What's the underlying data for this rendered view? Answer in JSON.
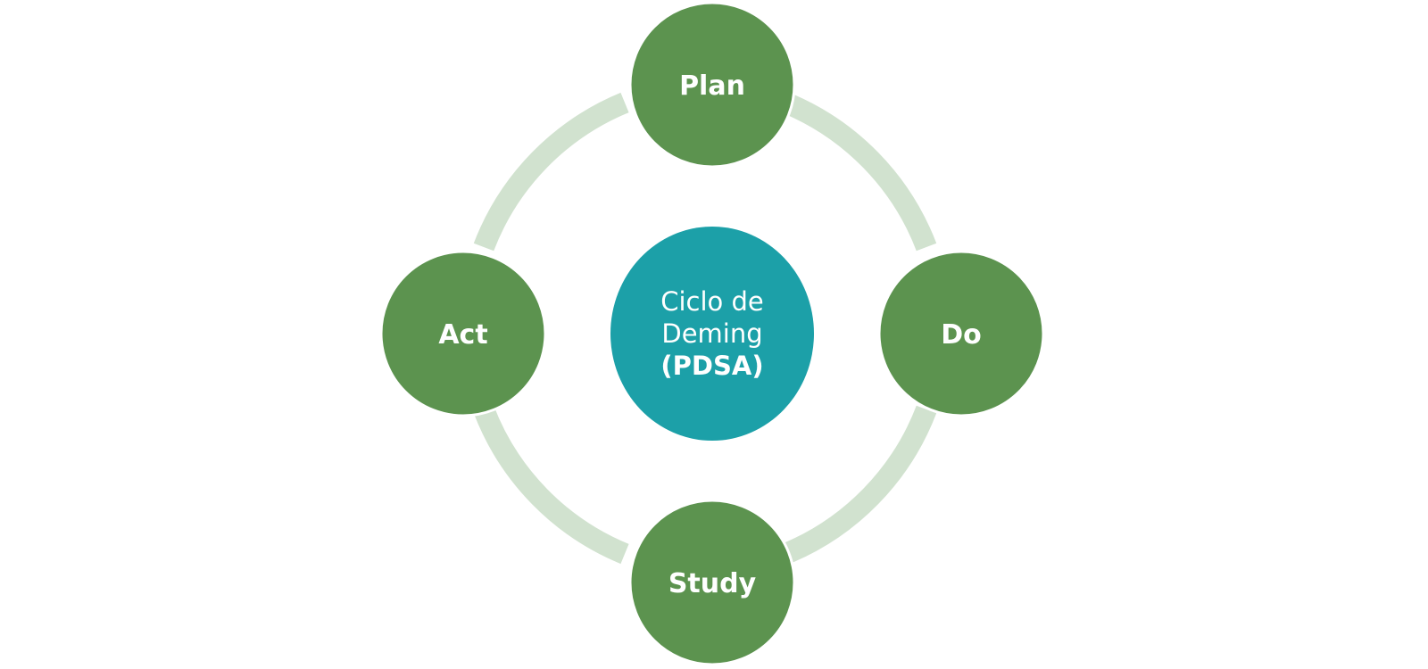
{
  "colors": {
    "ring": "#d1e2cf",
    "node_fill": "#5c934f",
    "center_fill": "#1ca0a8",
    "text": "#ffffff"
  },
  "center": {
    "line1": "Ciclo de",
    "line2": "Deming",
    "line3": "(PDSA)"
  },
  "nodes": [
    {
      "id": "plan",
      "label": "Plan"
    },
    {
      "id": "do",
      "label": "Do"
    },
    {
      "id": "study",
      "label": "Study"
    },
    {
      "id": "act",
      "label": "Act"
    }
  ]
}
